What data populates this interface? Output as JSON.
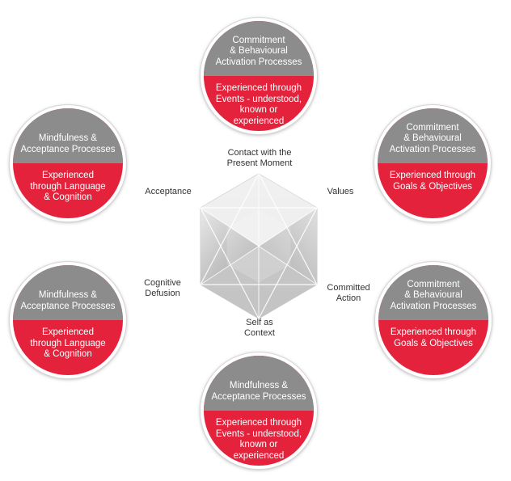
{
  "colors": {
    "top_fill": "#8c8c8c",
    "bottom_fill": "#e4223c",
    "text": "#333333"
  },
  "circles": {
    "top": {
      "heading": "Commitment\n& Behavioural\nActivation Processes",
      "body": "Experienced through\nEvents - understood,\nknown or\nexperienced"
    },
    "upper_left": {
      "heading": "Mindfulness &\nAcceptance Processes",
      "body": "Experienced\nthrough Language\n& Cognition"
    },
    "upper_right": {
      "heading": "Commitment\n& Behavioural\nActivation Processes",
      "body": "Experienced through\nGoals & Objectives"
    },
    "lower_left": {
      "heading": "Mindfulness &\nAcceptance Processes",
      "body": "Experienced\nthrough Language\n& Cognition"
    },
    "lower_right": {
      "heading": "Commitment\n& Behavioural\nActivation Processes",
      "body": "Experienced through\nGoals & Objectives"
    },
    "bottom": {
      "heading": "Mindfulness &\nAcceptance Processes",
      "body": "Experienced through\nEvents - understood,\nknown or\nexperienced"
    }
  },
  "hexagon_labels": {
    "top": "Contact with the\nPresent Moment",
    "upper_left": "Acceptance",
    "upper_right": "Values",
    "lower_left": "Cognitive\nDefusion",
    "lower_right": "Committed\nAction",
    "bottom": "Self as\nContext"
  }
}
